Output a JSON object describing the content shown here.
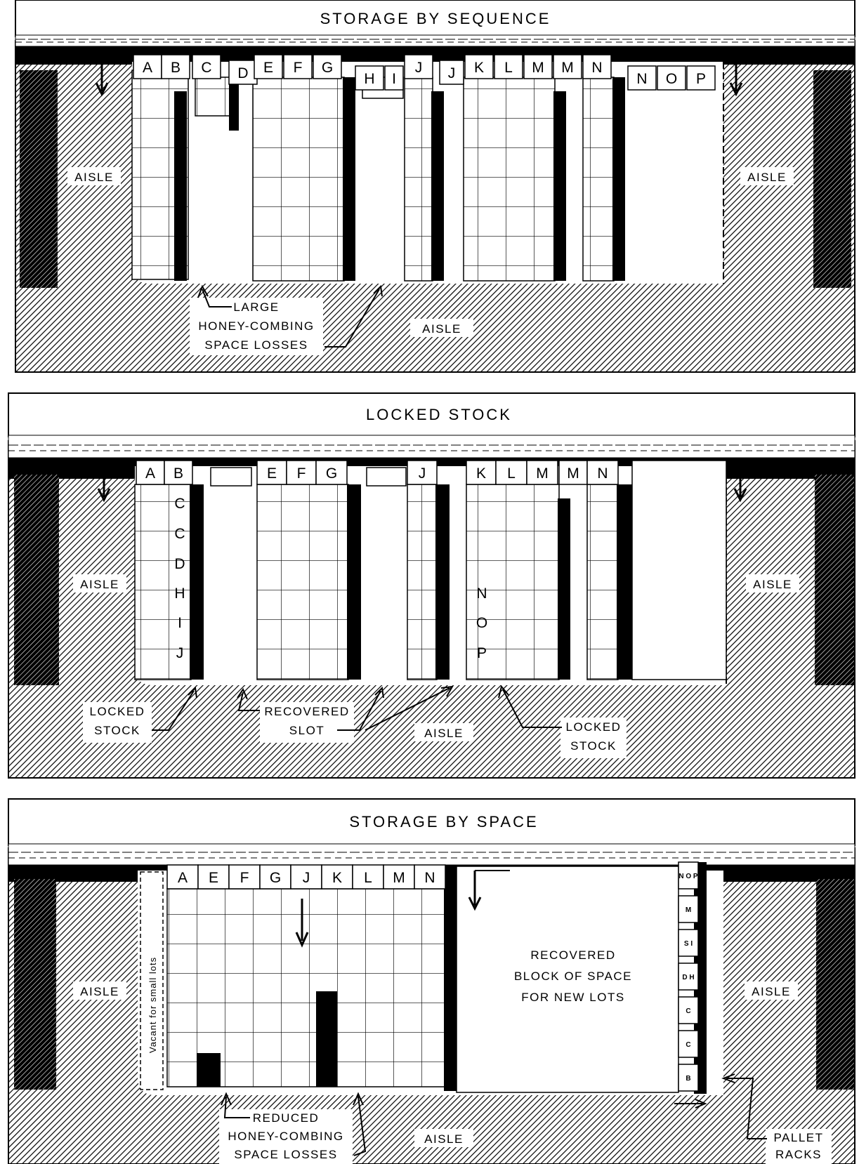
{
  "panels": {
    "sequence": {
      "title": "STORAGE BY SEQUENCE",
      "bays": [
        "A",
        "B",
        "C",
        "D",
        "E",
        "F",
        "G",
        "H",
        "I",
        "J",
        "J",
        "K",
        "L",
        "M",
        "M",
        "N",
        "N",
        "O",
        "P"
      ],
      "aisle_left": "AISLE",
      "aisle_right": "AISLE",
      "aisle_bottom": "AISLE",
      "callout": [
        "LARGE",
        "HONEY-COMBING",
        "SPACE LOSSES"
      ]
    },
    "locked": {
      "title": "LOCKED  STOCK",
      "bays": [
        "A",
        "B",
        "E",
        "F",
        "G",
        "J",
        "K",
        "L",
        "M",
        "M",
        "N"
      ],
      "column_b_stack": [
        "C",
        "C",
        "D",
        "H",
        "I",
        "J"
      ],
      "column_k_stack": [
        "N",
        "O",
        "P"
      ],
      "aisle_left": "AISLE",
      "aisle_right": "AISLE",
      "aisle_bottom": "AISLE",
      "locked_left": [
        "LOCKED",
        "STOCK"
      ],
      "recovered": [
        "RECOVERED",
        "SLOT"
      ],
      "locked_right": [
        "LOCKED",
        "STOCK"
      ]
    },
    "space": {
      "title": "STORAGE  BY  SPACE",
      "bays": [
        "A",
        "E",
        "F",
        "G",
        "J",
        "K",
        "L",
        "M",
        "N"
      ],
      "vacant_note": "Vacant for small lots",
      "recovered_block": [
        "RECOVERED",
        "BLOCK  OF  SPACE",
        "FOR  NEW  LOTS"
      ],
      "rack_labels": [
        "N O P",
        "M",
        "S I",
        "D H",
        "C",
        "C",
        "B"
      ],
      "aisle_left": "AISLE",
      "aisle_right": "AISLE",
      "aisle_bottom": "AISLE",
      "callout": [
        "REDUCED",
        "HONEY-COMBING",
        "SPACE LOSSES"
      ],
      "pallet": [
        "PALLET",
        "RACKS"
      ]
    }
  }
}
